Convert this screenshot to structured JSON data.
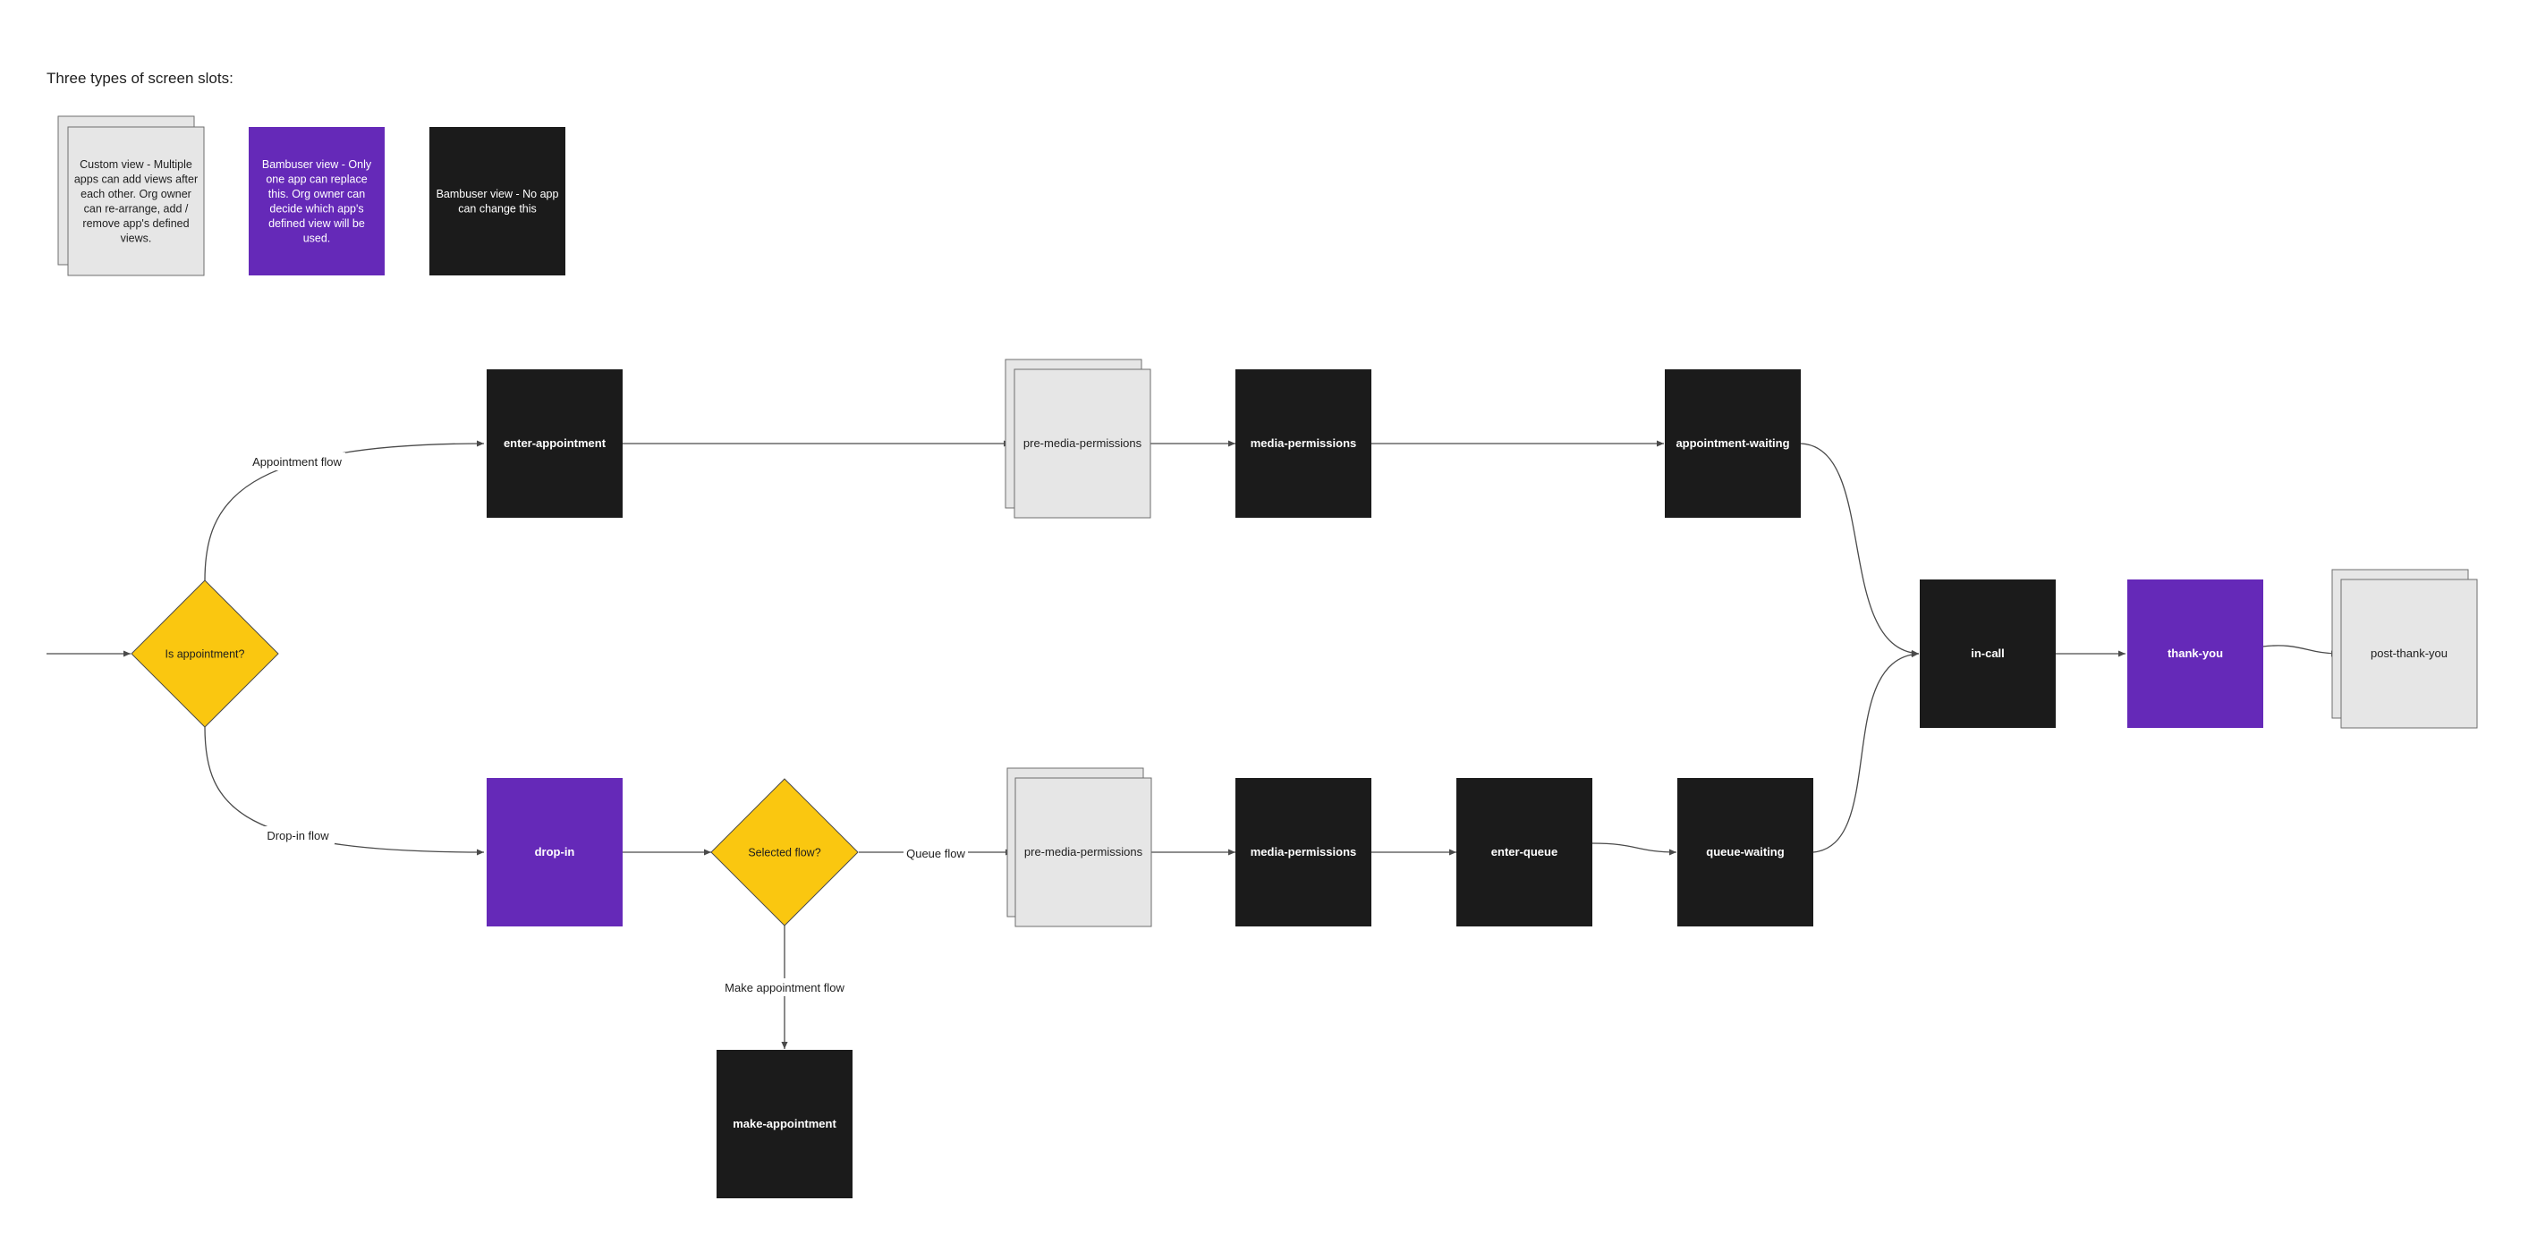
{
  "heading": "Three types of screen slots:",
  "colors": {
    "custom_view_fill": "#e6e6e6",
    "custom_view_stroke": "#6e6e6e",
    "replaceable_view_fill": "#6529b8",
    "fixed_view_fill": "#1b1b1b",
    "decision_fill": "#fac710",
    "connector": "#4a4a4a"
  },
  "legend": [
    {
      "type": "custom",
      "text": "Custom view - Multiple apps can add views after each other. Org owner can re-arrange, add / remove app's defined views."
    },
    {
      "type": "replaceable",
      "text": "Bambuser view - Only one app can replace this. Org owner can decide which app's defined view will be used."
    },
    {
      "type": "fixed",
      "text": "Bambuser view - No app can change this"
    }
  ],
  "decisions": {
    "is_appointment": "Is appointment?",
    "selected_flow": "Selected flow?"
  },
  "screens": {
    "enter_appointment": "enter-appointment",
    "pre_media_permissions_top": "pre-media-permissions",
    "media_permissions_top": "media-permissions",
    "appointment_waiting": "appointment-waiting",
    "drop_in": "drop-in",
    "pre_media_permissions_bottom": "pre-media-permissions",
    "media_permissions_bottom": "media-permissions",
    "enter_queue": "enter-queue",
    "queue_waiting": "queue-waiting",
    "make_appointment": "make-appointment",
    "in_call": "in-call",
    "thank_you": "thank-you",
    "post_thank_you": "post-thank-you"
  },
  "edge_labels": {
    "appointment_flow": "Appointment flow",
    "drop_in_flow": "Drop-in flow",
    "queue_flow": "Queue flow",
    "make_appointment_flow": "Make appointment flow"
  }
}
